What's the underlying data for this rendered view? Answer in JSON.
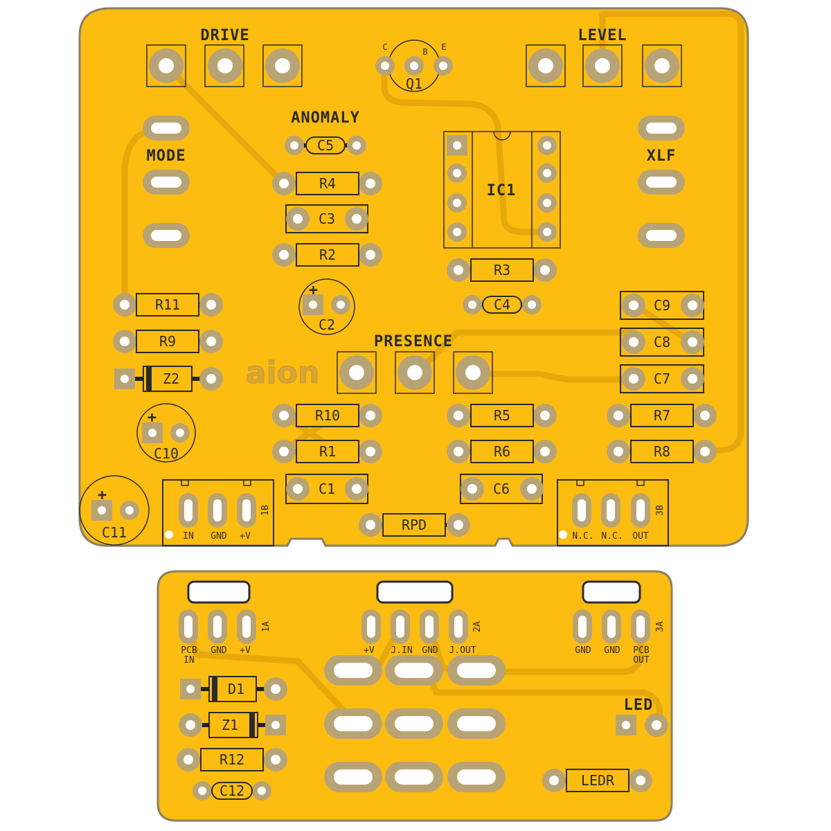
{
  "colors": {
    "board": "#fdbd10",
    "board_edge": "#8a7f66",
    "trace": "#e6a80b",
    "pad": "#b8a374",
    "pad_hole": "#ffffff",
    "silk": "#2b2b2b",
    "lead": "#222222"
  },
  "main_board": {
    "pot_labels": {
      "drive": "DRIVE",
      "level": "LEVEL",
      "presence": "PRESENCE"
    },
    "switch_labels": {
      "mode": "MODE",
      "xlf": "XLF",
      "anomaly": "ANOMALY"
    },
    "transistor": {
      "ref": "Q1",
      "pin_c": "C",
      "pin_b": "B",
      "pin_e": "E"
    },
    "ic": {
      "ref": "IC1"
    },
    "resistors": {
      "r1": "R1",
      "r2": "R2",
      "r3": "R3",
      "r4": "R4",
      "r5": "R5",
      "r6": "R6",
      "r7": "R7",
      "r8": "R8",
      "r9": "R9",
      "r10": "R10",
      "r11": "R11",
      "rpd": "RPD"
    },
    "capacitors": {
      "c1": "C1",
      "c2": "C2",
      "c3": "C3",
      "c4": "C4",
      "c5": "C5",
      "c6": "C6",
      "c7": "C7",
      "c8": "C8",
      "c9": "C9",
      "c10": "C10",
      "c11": "C11"
    },
    "polarity_plus": "+",
    "zener": "Z2",
    "logo": "aion",
    "header_1b": {
      "name": "1B",
      "pins": [
        "IN",
        "GND",
        "+V"
      ]
    },
    "header_3b": {
      "name": "3B",
      "pins": [
        "N.C.",
        "N.C.",
        "OUT"
      ]
    }
  },
  "sub_board": {
    "header_1a": {
      "name": "1A",
      "pins": [
        "PCB",
        "GND",
        "+V"
      ],
      "pin1_line2": "IN"
    },
    "header_2a": {
      "name": "2A",
      "pins": [
        "+V",
        "J.IN",
        "GND",
        "J.OUT"
      ]
    },
    "header_3a": {
      "name": "3A",
      "pins": [
        "GND",
        "GND",
        "PCB"
      ],
      "pin3_line2": "OUT"
    },
    "diode": "D1",
    "zener": "Z1",
    "resistor": "R12",
    "capacitor": "C12",
    "led": "LED",
    "led_resistor": "LEDR"
  }
}
